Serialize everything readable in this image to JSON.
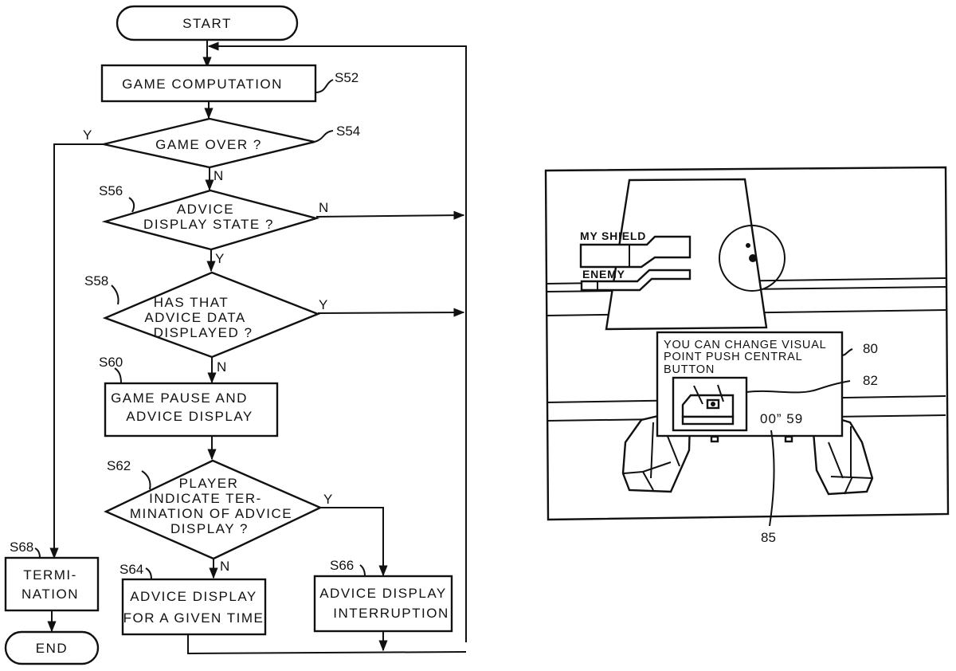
{
  "flowchart": {
    "start": "START",
    "end": "END",
    "steps": [
      {
        "id": "S52",
        "type": "process",
        "lines": [
          "GAME  COMPUTATION"
        ]
      },
      {
        "id": "S54",
        "type": "decision",
        "lines": [
          "GAME  OVER ?"
        ],
        "yes": "S68",
        "no": "S56"
      },
      {
        "id": "S56",
        "type": "decision",
        "lines": [
          "ADVICE",
          "DISPLAY  STATE ?"
        ],
        "yes": "S58",
        "no": "S52"
      },
      {
        "id": "S58",
        "type": "decision",
        "lines": [
          "HAS  THAT",
          "ADVICE  DATA",
          "DISPLAYED ?"
        ],
        "yes": "S52",
        "no": "S60"
      },
      {
        "id": "S60",
        "type": "process",
        "lines": [
          "GAME  PAUSE  AND",
          "ADVICE  DISPLAY"
        ]
      },
      {
        "id": "S62",
        "type": "decision",
        "lines": [
          "PLAYER",
          "INDICATE  TER-",
          "MINATION  OF  ADVICE",
          "DISPLAY ?"
        ],
        "yes": "S66",
        "no": "S64"
      },
      {
        "id": "S64",
        "type": "process",
        "lines": [
          "ADVICE  DISPLAY",
          "FOR  A  GIVEN  TIME"
        ]
      },
      {
        "id": "S66",
        "type": "process",
        "lines": [
          "ADVICE  DISPLAY",
          "INTERRUPTION"
        ]
      },
      {
        "id": "S68",
        "type": "process",
        "lines": [
          "TERMI-",
          "NATION"
        ]
      }
    ],
    "yes_label": "Y",
    "no_label": "N"
  },
  "screen": {
    "hud_shield_label": "MY SHIELD",
    "hud_enemy_label": "ENEMY",
    "advice_window": {
      "ref": "80",
      "lines": [
        "YOU  CAN  CHANGE VISUAL",
        "POINT PUSH  CENTRAL",
        "BUTTON"
      ],
      "image_ref": "82",
      "image_icon": "joystick-controller-icon",
      "timer": "00” 59",
      "timer_ref": "85"
    }
  }
}
